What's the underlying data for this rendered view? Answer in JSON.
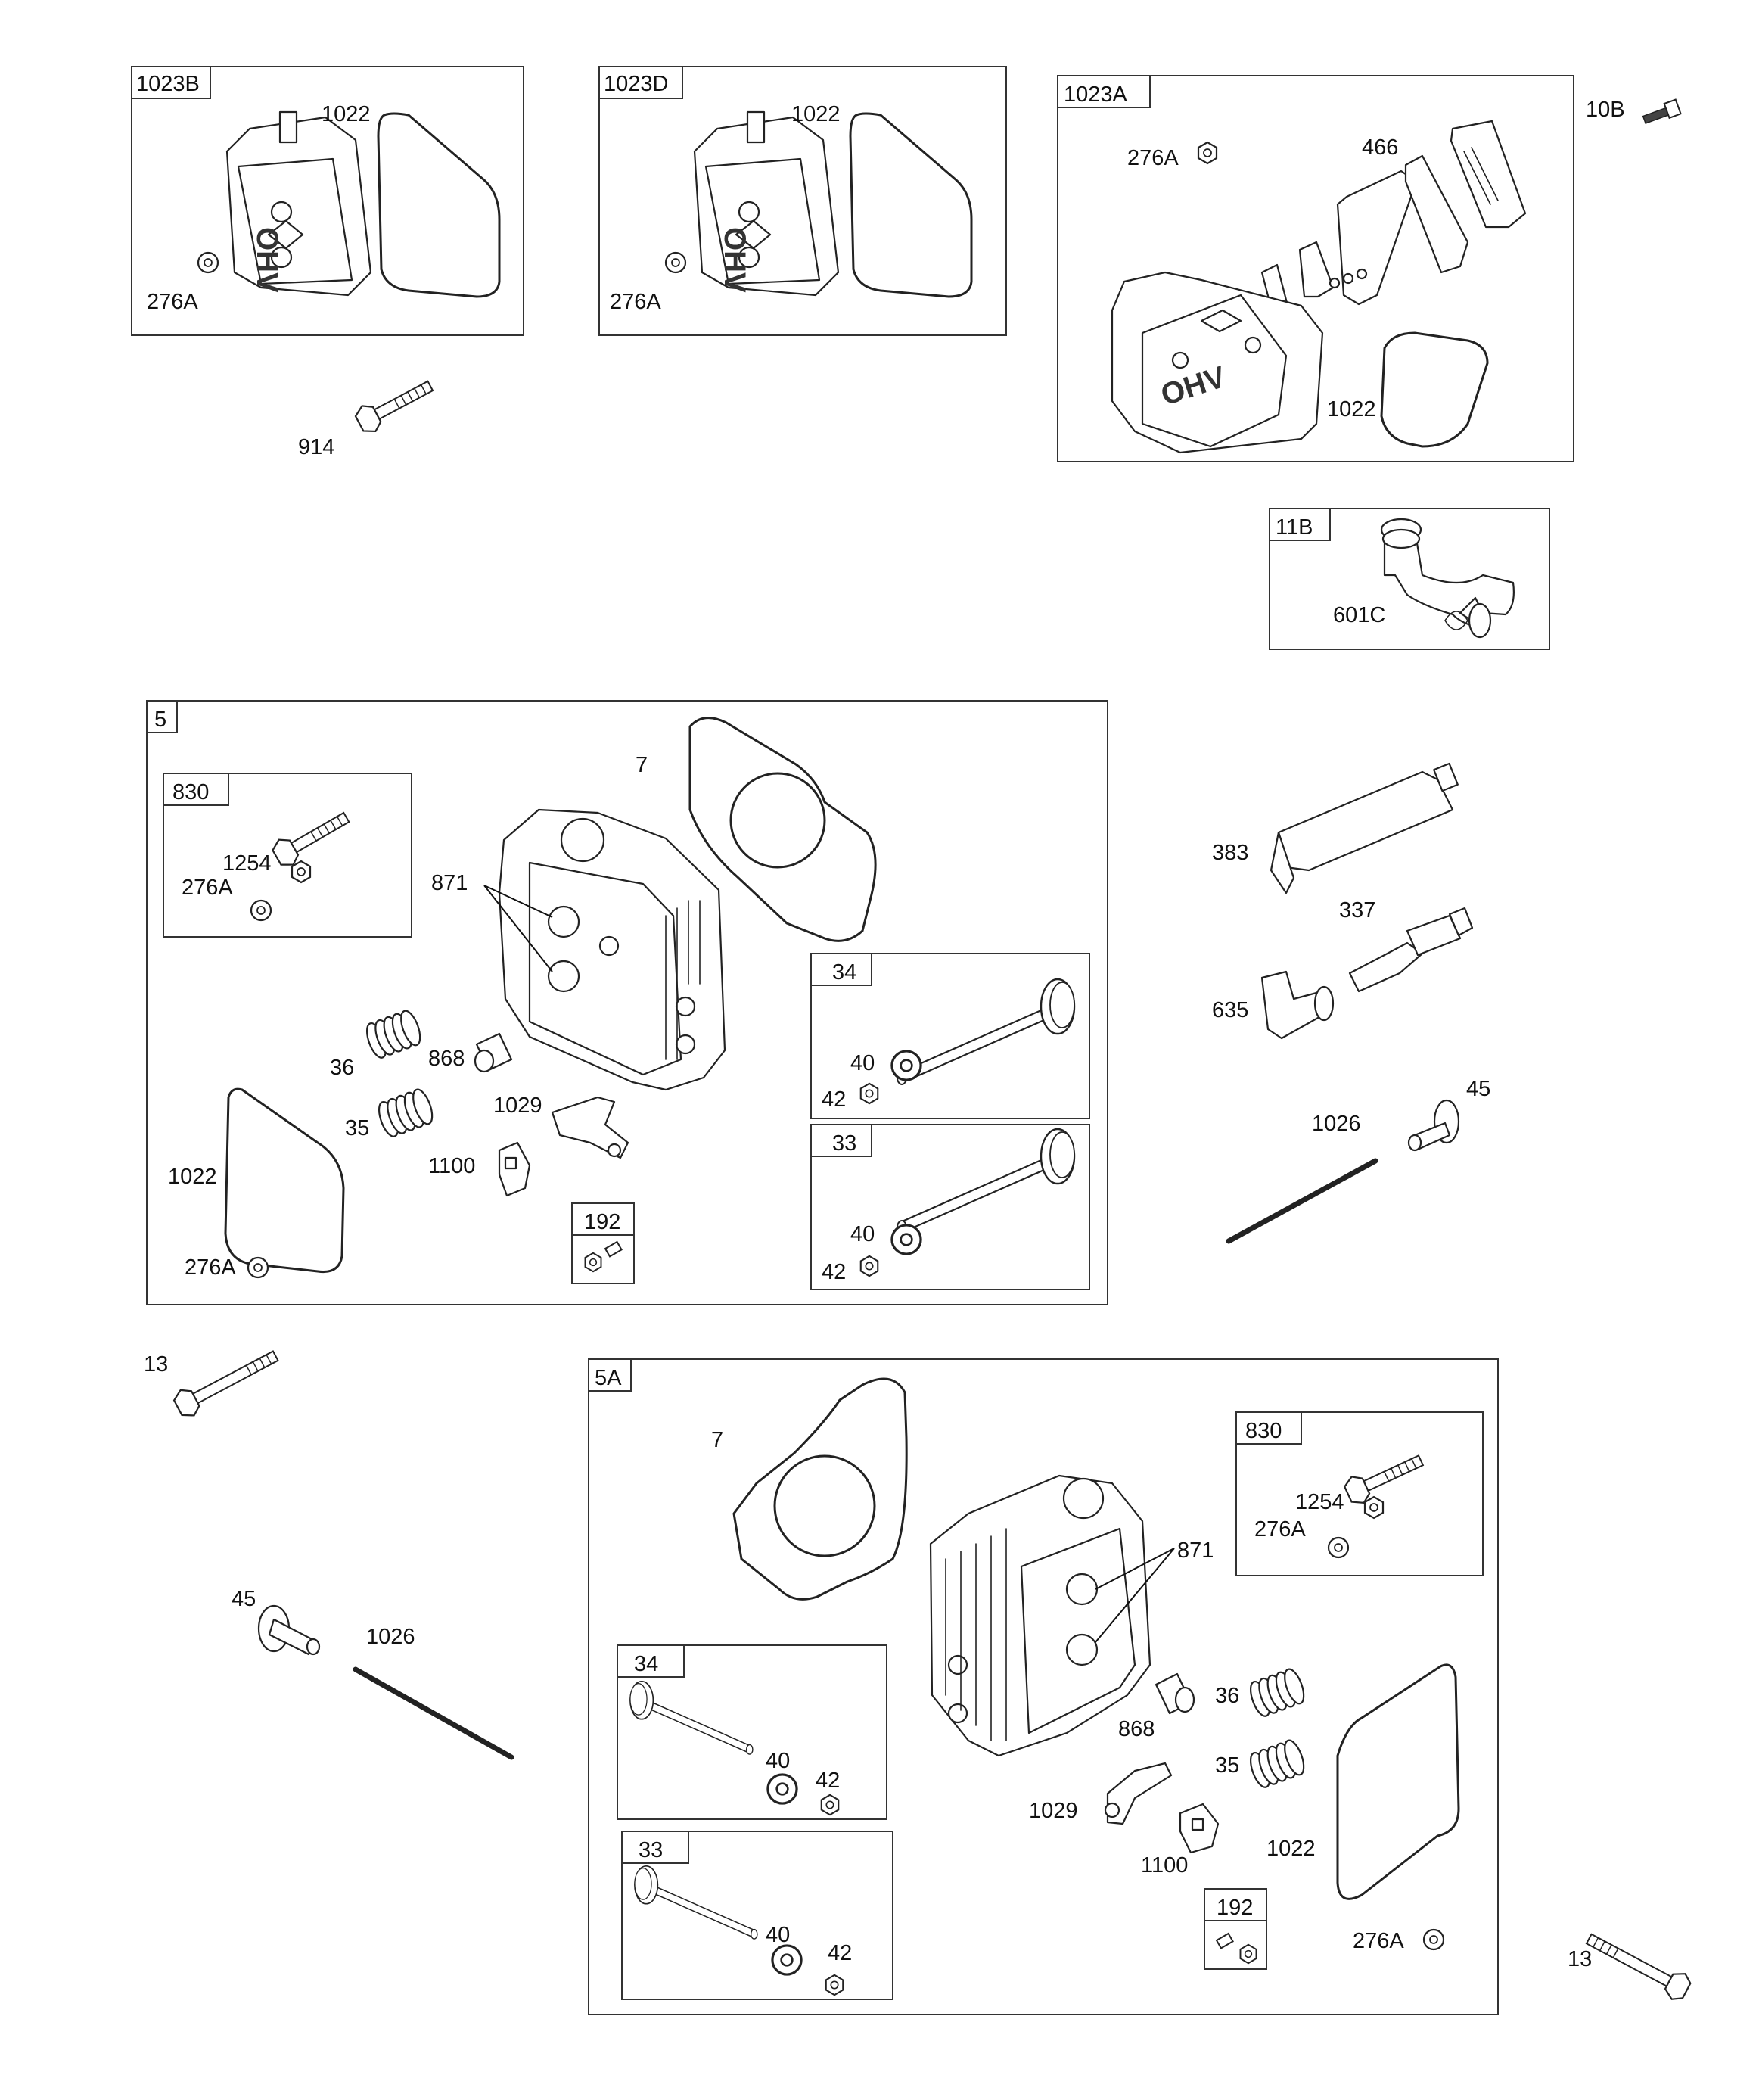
{
  "groups": {
    "g1023B": "1023B",
    "g1023D": "1023D",
    "g1023A": "1023A",
    "g11B": "11B",
    "g5": "5",
    "g830a": "830",
    "g34a": "34",
    "g33a": "33",
    "g192a": "192",
    "g5A": "5A",
    "g830b": "830",
    "g34b": "34",
    "g33b": "33",
    "g192b": "192"
  },
  "labels": {
    "l1022_b": "1022",
    "l276A_b": "276A",
    "l1022_d": "1022",
    "l276A_d": "276A",
    "l914": "914",
    "l276A_a": "276A",
    "l466": "466",
    "l1022_a": "1022",
    "l10B": "10B",
    "l601C": "601C",
    "l7_5": "7",
    "l871_5": "871",
    "l1254_5": "1254",
    "l276A_830a": "276A",
    "l36_5": "36",
    "l868_5": "868",
    "l35_5": "35",
    "l1029_5": "1029",
    "l1100_5": "1100",
    "l1022_5": "1022",
    "l276A_5": "276A",
    "l40_34a": "40",
    "l42_34a": "42",
    "l40_33a": "40",
    "l42_33a": "42",
    "l383": "383",
    "l337": "337",
    "l635": "635",
    "l45_r": "45",
    "l1026_r": "1026",
    "l13_l": "13",
    "l45_l": "45",
    "l1026_l": "1026",
    "l7_5A": "7",
    "l871_5A": "871",
    "l1254_5A": "1254",
    "l276A_830b": "276A",
    "l868_5A": "868",
    "l36_5A": "36",
    "l35_5A": "35",
    "l40_34b": "40",
    "l42_34b": "42",
    "l40_33b": "40",
    "l42_33b": "42",
    "l1029_5A": "1029",
    "l1100_5A": "1100",
    "l1022_5A": "1022",
    "l276A_5A": "276A",
    "l13_r": "13"
  },
  "cover_logo_text": "OHV"
}
